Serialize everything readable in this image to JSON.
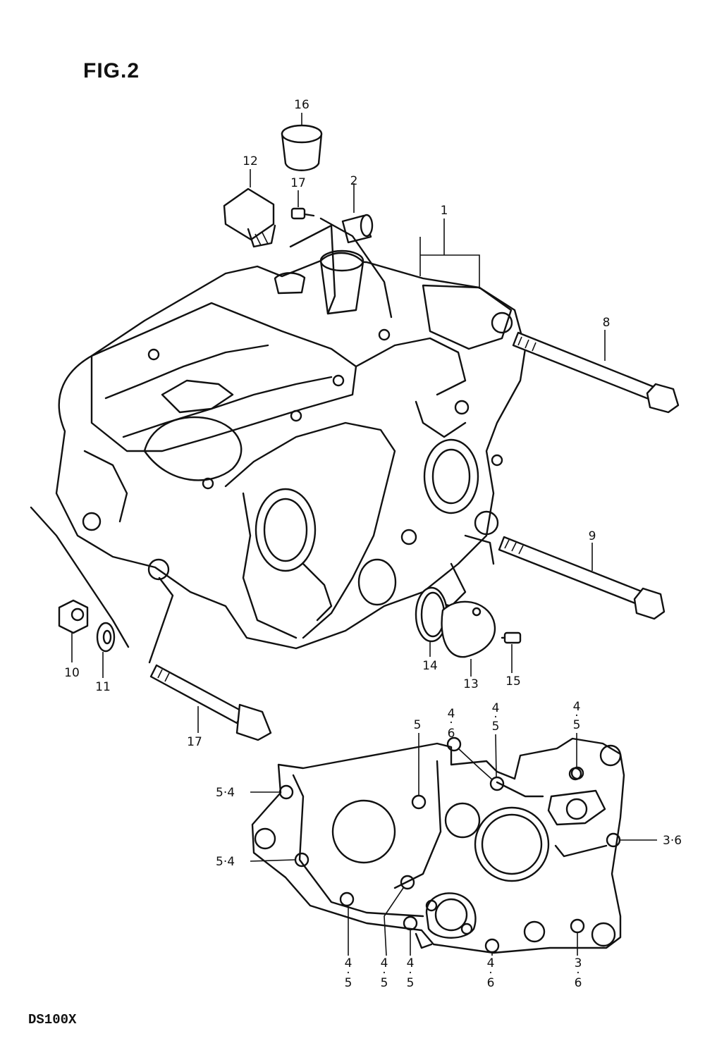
{
  "figure": {
    "title": "FIG.2",
    "model": "DS100X"
  },
  "callouts": [
    {
      "id": "c16",
      "text": "16"
    },
    {
      "id": "c12",
      "text": "12"
    },
    {
      "id": "c17a",
      "text": "17"
    },
    {
      "id": "c2",
      "text": "2"
    },
    {
      "id": "c1",
      "text": "1"
    },
    {
      "id": "c8",
      "text": "8"
    },
    {
      "id": "c9",
      "text": "9"
    },
    {
      "id": "c10",
      "text": "10"
    },
    {
      "id": "c11",
      "text": "11"
    },
    {
      "id": "c17b",
      "text": "17"
    },
    {
      "id": "c14",
      "text": "14"
    },
    {
      "id": "c13",
      "text": "13"
    },
    {
      "id": "c15",
      "text": "15"
    }
  ],
  "bolt_codes": [
    {
      "id": "b5top",
      "lines": [
        "5"
      ]
    },
    {
      "id": "b46top",
      "lines": [
        "4",
        "6"
      ]
    },
    {
      "id": "b45mid",
      "lines": [
        "4",
        "5"
      ]
    },
    {
      "id": "b45right",
      "lines": [
        "4",
        "5"
      ]
    },
    {
      "id": "b54a",
      "lines": [
        "5·4"
      ]
    },
    {
      "id": "b54b",
      "lines": [
        "5·4"
      ]
    },
    {
      "id": "b36right",
      "lines": [
        "3·6"
      ]
    },
    {
      "id": "b45bot1",
      "lines": [
        "4",
        "5"
      ]
    },
    {
      "id": "b45bot2",
      "lines": [
        "4",
        "5"
      ]
    },
    {
      "id": "b45bot3",
      "lines": [
        "4",
        "5"
      ]
    },
    {
      "id": "b46bot",
      "lines": [
        "4",
        "6"
      ]
    },
    {
      "id": "b36bot",
      "lines": [
        "3",
        "6"
      ]
    }
  ]
}
